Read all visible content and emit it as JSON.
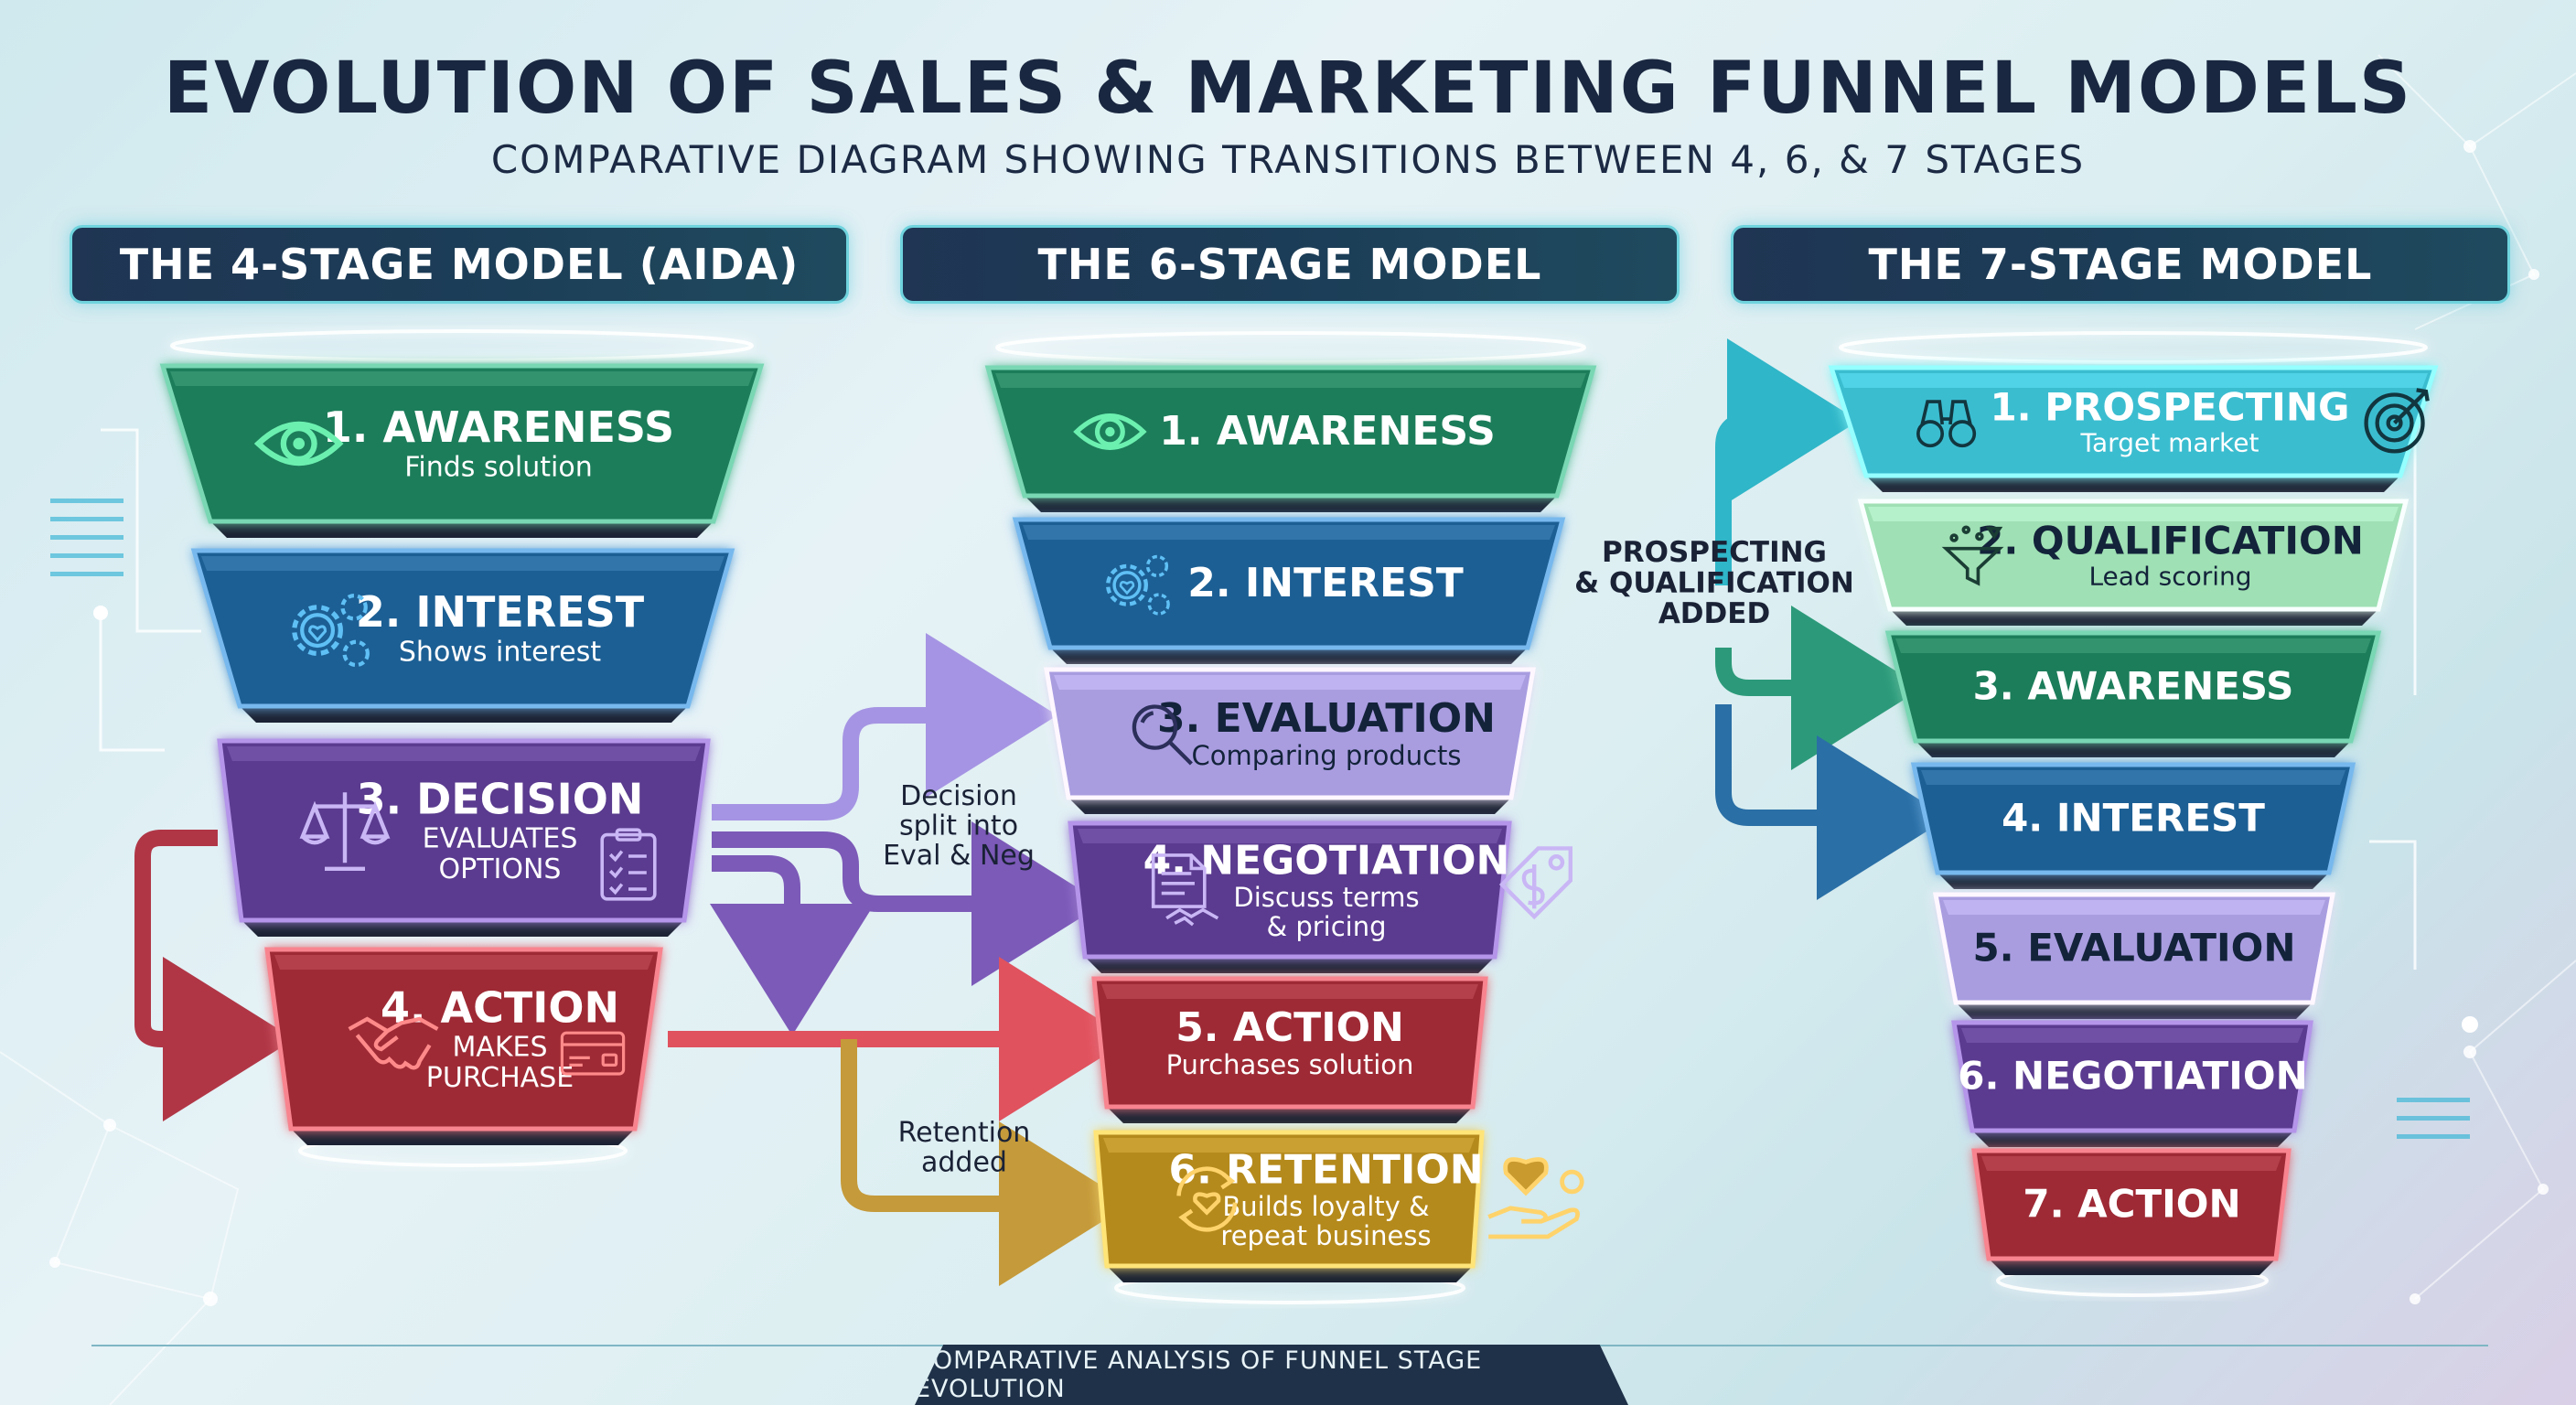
{
  "title": "EVOLUTION OF SALES & MARKETING FUNNEL MODELS",
  "subtitle": "COMPARATIVE DIAGRAM SHOWING TRANSITIONS BETWEEN 4, 6, & 7 STAGES",
  "columns": [
    {
      "header": "THE 4-STAGE MODEL (AIDA)"
    },
    {
      "header": "THE 6-STAGE MODEL"
    },
    {
      "header": "THE 7-STAGE MODEL"
    }
  ],
  "funnel4": [
    {
      "label": "1. AWARENESS",
      "sub": "Finds solution",
      "icon": "eye-icon",
      "color": "#1f7d5a"
    },
    {
      "label": "2. INTEREST",
      "sub": "Shows interest",
      "icon": "gears-heart-icon",
      "color": "#1d5f94"
    },
    {
      "label": "3. DECISION",
      "sub": "EVALUATES\nOPTIONS",
      "icon": "scales-icon",
      "color": "#5a3b8f"
    },
    {
      "label": "4. ACTION",
      "sub": "MAKES\nPURCHASE",
      "icon": "handshake-icon",
      "color": "#9e2a35"
    }
  ],
  "funnel6": [
    {
      "label": "1. AWARENESS",
      "sub": "",
      "icon": "eye-icon",
      "color": "#1f7d5a"
    },
    {
      "label": "2. INTEREST",
      "sub": "",
      "icon": "gears-heart-icon",
      "color": "#1d5f94"
    },
    {
      "label": "3. EVALUATION",
      "sub": "Comparing products",
      "icon": "magnifier-icon",
      "color": "#a99de0"
    },
    {
      "label": "4. NEGOTIATION",
      "sub": "Discuss terms\n& pricing",
      "icon": "document-handshake-icon",
      "color": "#5a3b8f"
    },
    {
      "label": "5. ACTION",
      "sub": "Purchases solution",
      "icon": "",
      "color": "#9e2a35"
    },
    {
      "label": "6. RETENTION",
      "sub": "Builds loyalty &\nrepeat business",
      "icon": "heart-cycle-icon",
      "color": "#b58a1e"
    }
  ],
  "funnel7": [
    {
      "label": "1. PROSPECTING",
      "sub": "Target market",
      "icon": "binoculars-icon",
      "color": "#3bbdd0"
    },
    {
      "label": "2. QUALIFICATION",
      "sub": "Lead scoring",
      "icon": "filter-funnel-icon",
      "color": "#9fe0b4"
    },
    {
      "label": "3. AWARENESS",
      "sub": "",
      "icon": "",
      "color": "#1f7d5a"
    },
    {
      "label": "4. INTEREST",
      "sub": "",
      "icon": "",
      "color": "#1d5f94"
    },
    {
      "label": "5. EVALUATION",
      "sub": "",
      "icon": "",
      "color": "#a99de0"
    },
    {
      "label": "6. NEGOTIATION",
      "sub": "",
      "icon": "",
      "color": "#5a3b8f"
    },
    {
      "label": "7. ACTION",
      "sub": "",
      "icon": "",
      "color": "#9e2a35"
    }
  ],
  "annotations": {
    "decision_split": "Decision\nsplit into\nEval & Neg",
    "retention_added": "Retention\nadded",
    "prospecting_added": "PROSPECTING\n& QUALIFICATION\nADDED"
  },
  "footer": "COMPARATIVE ANALYSIS OF FUNNEL STAGE EVOLUTION"
}
